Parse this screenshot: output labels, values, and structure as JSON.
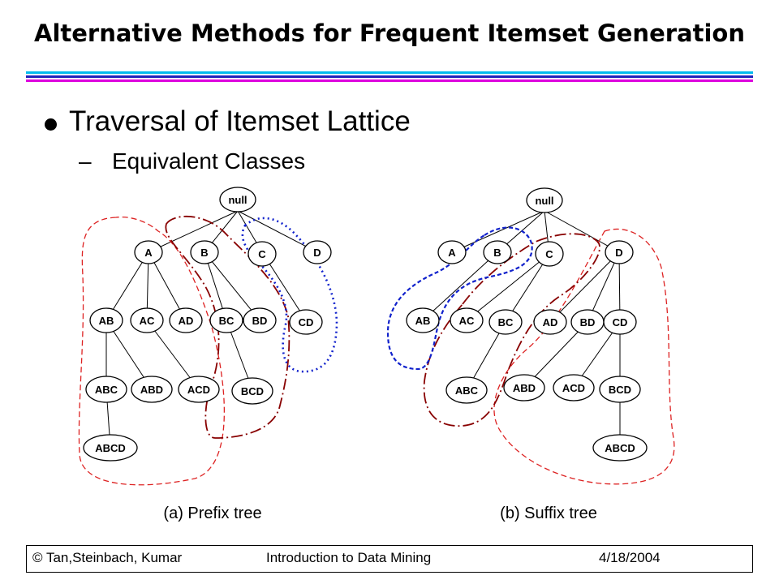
{
  "slide": {
    "title": "Alternative Methods for Frequent Itemset Generation",
    "bullet": "Traversal of Itemset Lattice",
    "sub_dash": "–",
    "sub_bullet": "Equivalent Classes"
  },
  "diagram": {
    "prefix_tree": {
      "caption": "(a) Prefix tree",
      "nodes": [
        "null",
        "A",
        "B",
        "C",
        "D",
        "AB",
        "AC",
        "AD",
        "BC",
        "BD",
        "CD",
        "ABC",
        "ABD",
        "ACD",
        "BCD",
        "ABCD"
      ]
    },
    "suffix_tree": {
      "caption": "(b) Suffix tree",
      "nodes": [
        "null",
        "A",
        "B",
        "C",
        "D",
        "AB",
        "AC",
        "BC",
        "AD",
        "BD",
        "CD",
        "ABC",
        "ABD",
        "ACD",
        "BCD",
        "ABCD"
      ]
    },
    "colors": {
      "class_a": "#dd2222",
      "class_b": "#880000",
      "class_c": "#1122cc"
    }
  },
  "rule_colors": [
    "#00bbee",
    "#2222bb",
    "#dd00dd"
  ],
  "footer": {
    "left": "© Tan,Steinbach, Kumar",
    "center": "Introduction to Data Mining",
    "date": "4/18/2004"
  }
}
